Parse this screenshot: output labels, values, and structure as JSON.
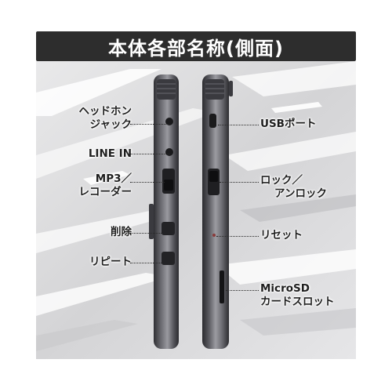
{
  "title": "本体各部名称(側面)",
  "labels_left": [
    {
      "id": "headphone-jack",
      "lines": [
        "ヘッドホン",
        "ジャック"
      ]
    },
    {
      "id": "line-in",
      "lines": [
        "LINE IN"
      ]
    },
    {
      "id": "mp3-recorder-switch",
      "lines": [
        "MP3／",
        "レコーダー"
      ]
    },
    {
      "id": "delete-button",
      "lines": [
        "削除"
      ]
    },
    {
      "id": "repeat-button",
      "lines": [
        "リピート"
      ]
    }
  ],
  "labels_right": [
    {
      "id": "usb-port",
      "lines": [
        "USBポート"
      ]
    },
    {
      "id": "lock-switch",
      "lines": [
        "ロック／",
        "アンロック"
      ]
    },
    {
      "id": "reset-button",
      "lines": [
        "リセット"
      ]
    },
    {
      "id": "microsd-slot",
      "lines": [
        "MicroSD",
        "カードスロット"
      ]
    }
  ],
  "colors": {
    "title_bg": "#2d2d2d",
    "title_text": "#ffffff",
    "device_body": "#4a4a4f",
    "device_highlight": "#8a8a90",
    "label_text": "#1e1e1e"
  }
}
